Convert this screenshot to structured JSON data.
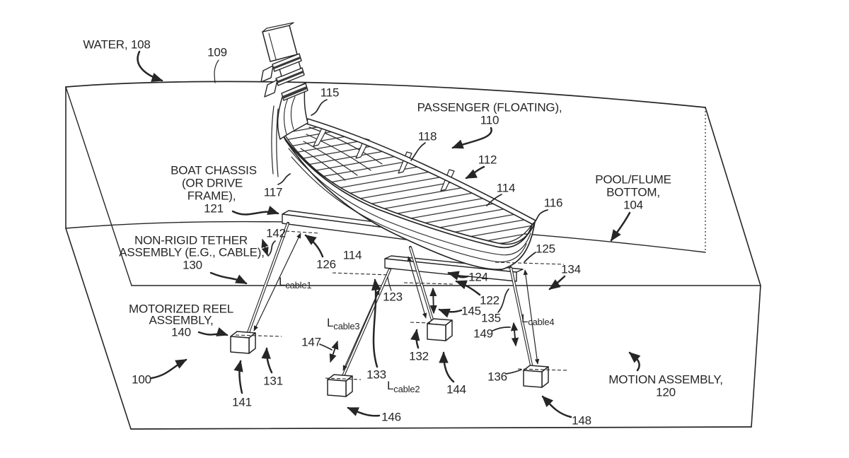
{
  "figure": {
    "background": "#ffffff",
    "ink_color": "#262626",
    "description": "Patent-style line drawing of a passenger boat floating in a pool/flume, tethered by four motorized reel cable assemblies to the pool bottom"
  },
  "labels": {
    "water": "WATER, 108",
    "n109": "109",
    "n115": "115",
    "passenger": "PASSENGER (FLOATING),",
    "n110": "110",
    "n118": "118",
    "n112": "112",
    "n114": "114",
    "n116": "116",
    "pool1": "POOL/FLUME",
    "pool2": "BOTTOM,",
    "n104": "104",
    "chassis1": "BOAT CHASSIS",
    "chassis2": "(OR DRIVE",
    "chassis3": "FRAME),",
    "n121": "121",
    "n117": "117",
    "tether1": "NON-RIGID TETHER",
    "tether2": "ASSEMBLY (E.G., CABLE),",
    "n130": "130",
    "n142": "142",
    "n126": "126",
    "mreel1": "MOTORIZED REEL",
    "mreel2": "ASSEMBLY,",
    "n140": "140",
    "n100": "100",
    "n141": "141",
    "n131": "131",
    "n147": "147",
    "n133": "133",
    "n123": "123",
    "n132": "132",
    "n144": "144",
    "n145": "145",
    "n135": "135",
    "n149": "149",
    "n136": "136",
    "n146": "146",
    "n122": "122",
    "n124": "124",
    "n125": "125",
    "n134": "134",
    "n148": "148",
    "motion": "MOTION ASSEMBLY,",
    "n120": "120",
    "L": "L",
    "sub1": "cable1",
    "sub2": "cable2",
    "sub3": "cable3",
    "sub4": "cable4"
  }
}
